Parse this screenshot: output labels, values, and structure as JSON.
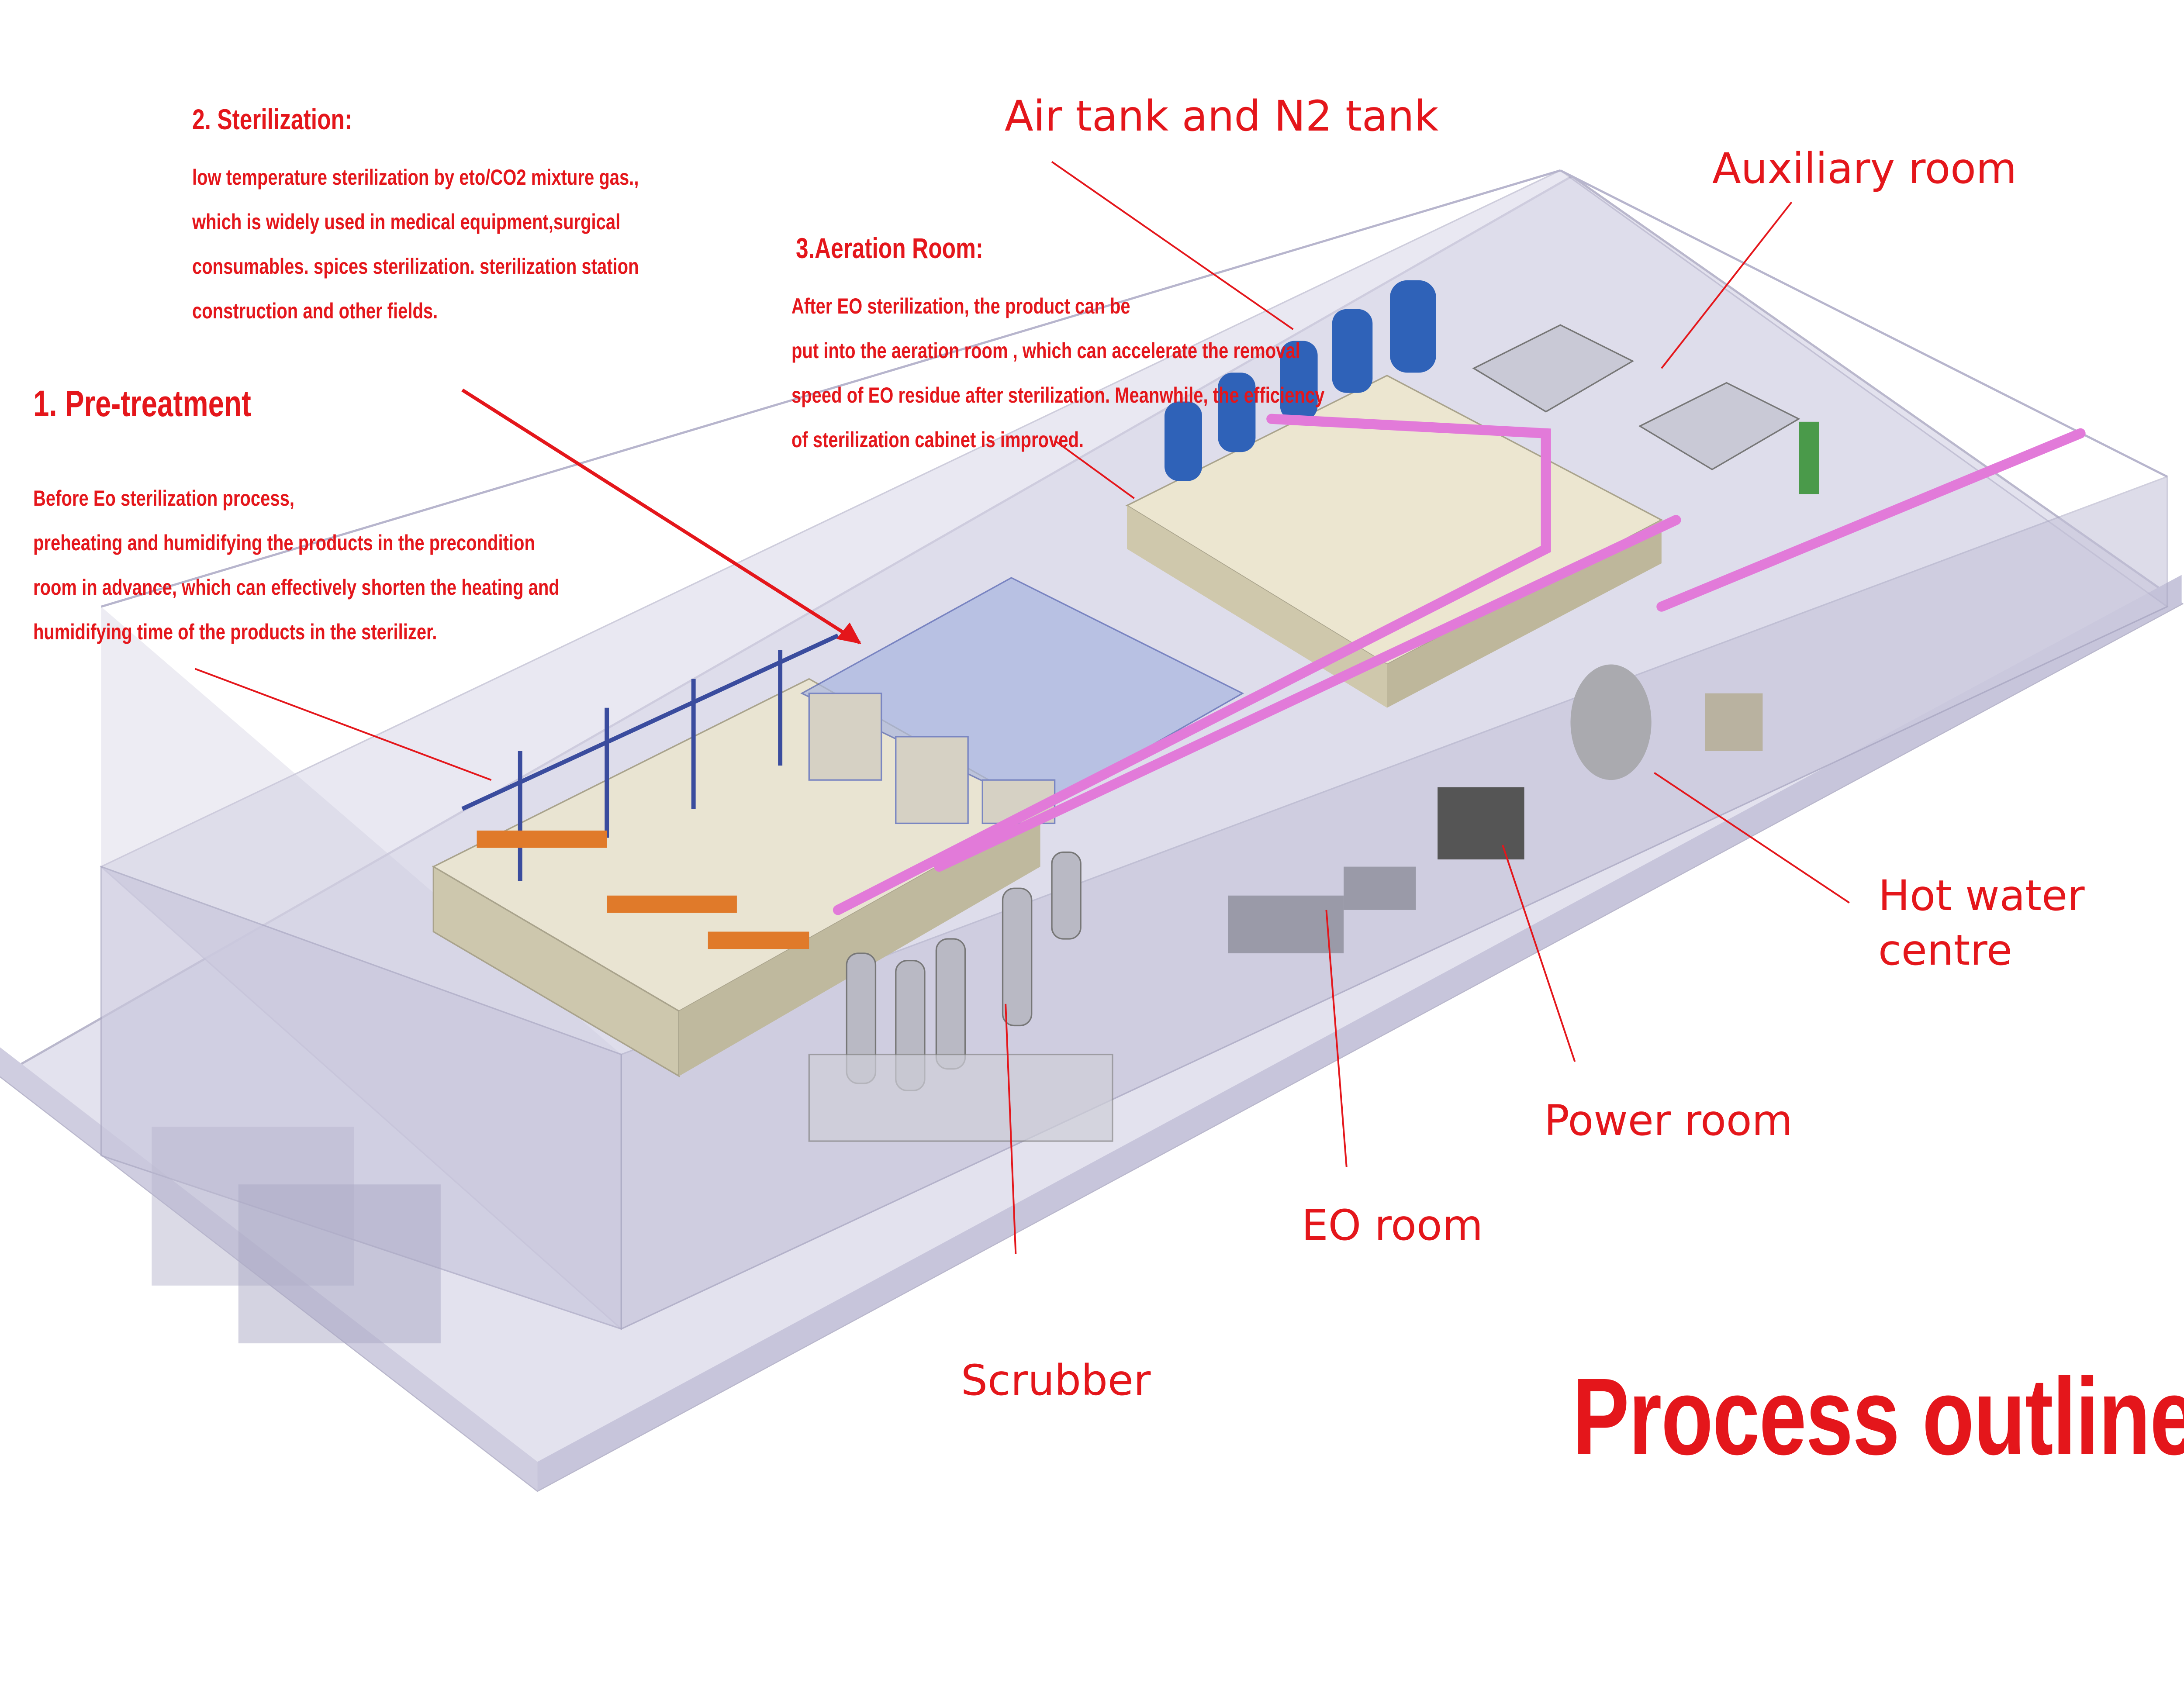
{
  "title": "Process outline",
  "sections": {
    "pretreatment": {
      "title": "1. Pre-treatment",
      "lines": [
        "Before Eo sterilization process,",
        "preheating and humidifying the products in the precondition",
        "room in advance, which can effectively shorten the heating and",
        "humidifying time of the products in the sterilizer."
      ]
    },
    "sterilization": {
      "title": "2. Sterilization:",
      "lines": [
        "low temperature sterilization by eto/CO2 mixture gas.,",
        "which is widely used in medical equipment,surgical",
        "consumables. spices sterilization. sterilization station",
        "construction and other fields."
      ]
    },
    "aeration": {
      "title": "3.Aeration Room:",
      "lines": [
        "After EO sterilization, the product can be",
        "put into the aeration room , which can accelerate the removal",
        "speed of EO residue after sterilization. Meanwhile, the efficiency",
        "of sterilization cabinet is improved."
      ]
    }
  },
  "labels": {
    "air_tank": "Air tank and N2 tank",
    "auxiliary_room": "Auxiliary room",
    "hot_water_1": "Hot water",
    "hot_water_2": "centre",
    "power_room": "Power room",
    "eo_room": "EO room",
    "scrubber": "Scrubber"
  },
  "colors": {
    "annotation": "#e4161b",
    "building": "#d9d7ea",
    "pipe_magenta": "#e27ad9",
    "tank_blue": "#2f62b8",
    "equipment": "#cfc9b6",
    "frame_blue": "#3a4c9e"
  }
}
